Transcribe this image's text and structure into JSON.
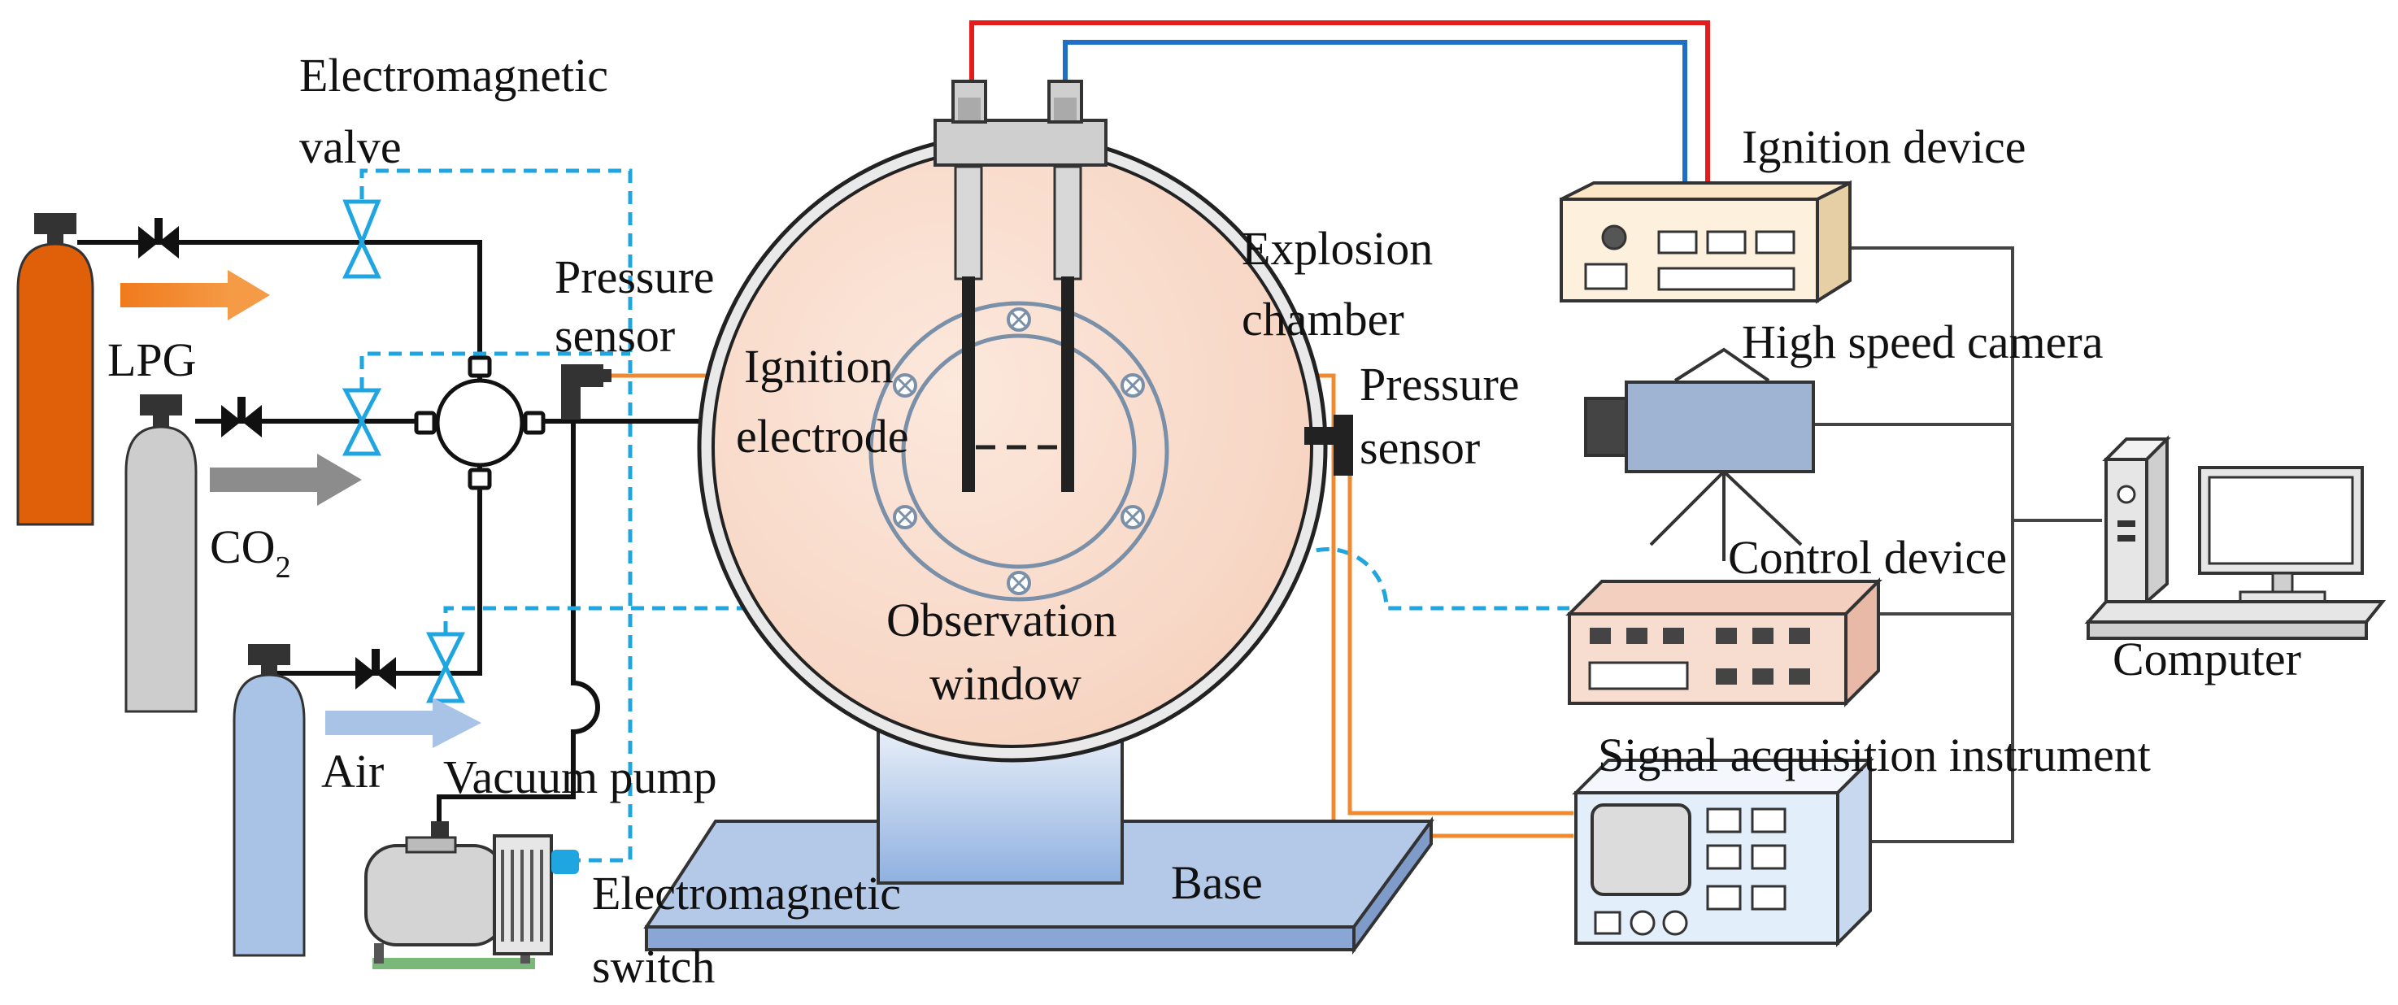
{
  "labels": {
    "electromagnetic_valve_1": "Electromagnetic",
    "electromagnetic_valve_2": "valve",
    "lpg": "LPG",
    "co2_main": "CO",
    "co2_sub": "2",
    "air": "Air",
    "vacuum_pump": "Vacuum pump",
    "em_switch_1": "Electromagnetic",
    "em_switch_2": "switch",
    "pressure_sensor_left_1": "Pressure",
    "pressure_sensor_left_2": "sensor",
    "ignition_electrode_1": "Ignition",
    "ignition_electrode_2": "electrode",
    "explosion_chamber_1": "Explosion",
    "explosion_chamber_2": "chamber",
    "pressure_sensor_right_1": "Pressure",
    "pressure_sensor_right_2": "sensor",
    "observation_window_1": "Observation",
    "observation_window_2": "window",
    "base": "Base",
    "ignition_device": "Ignition device",
    "high_speed_camera": "High speed camera",
    "control_device": "Control device",
    "computer": "Computer",
    "signal_acquisition": "Signal acquisition instrument"
  },
  "colors": {
    "lpg_cylinder": "#e0600a",
    "co2_cylinder": "#cdcdcd",
    "air_cylinder": "#a9c3e6",
    "valve": "#1fa5e0",
    "control_line": "#1fa5e0",
    "sensor_line": "#f08a30",
    "ignition_positive": "#e51c1c",
    "ignition_negative": "#1f6fc4",
    "chamber_fill": "#fbe3d6",
    "device_fill": "#fdf0dc",
    "camera_fill": "#9fb4d3",
    "control_fill": "#f7dcd0",
    "daq_fill": "#e3eefb",
    "base_fill": "#b4c8e8"
  }
}
